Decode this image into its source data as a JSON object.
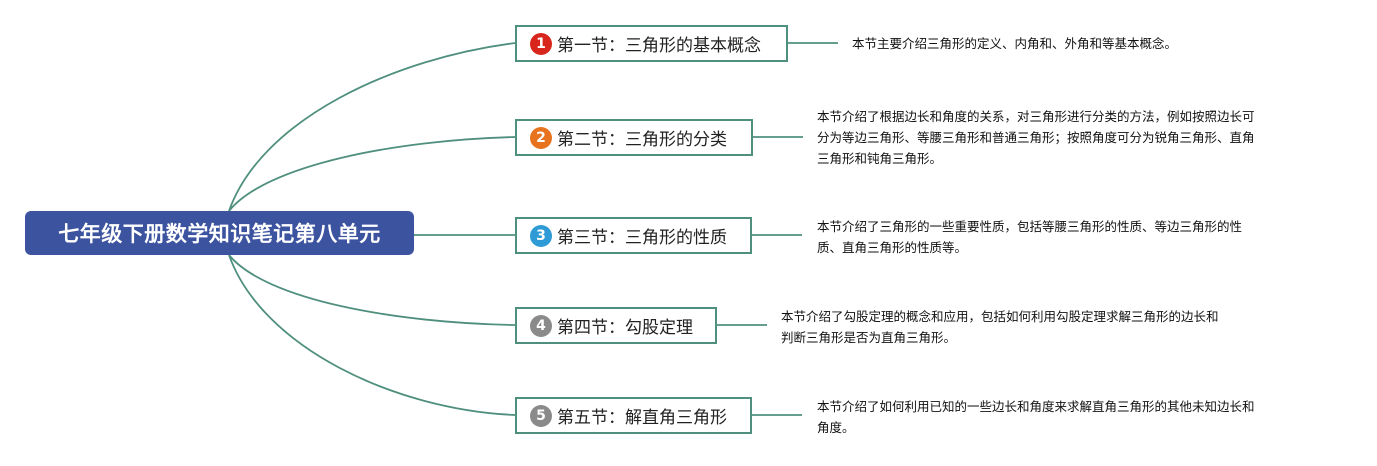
{
  "root": {
    "title": "七年级下册数学知识笔记第八单元"
  },
  "branches": [
    {
      "number": "1",
      "number_color": "#d9261c",
      "title": "第一节：三角形的基本概念",
      "description": [
        "本节主要介绍三角形的定义、内角和、外角和等基本概念。"
      ]
    },
    {
      "number": "2",
      "number_color": "#e8731f",
      "title": "第二节：三角形的分类",
      "description": [
        "本节介绍了根据边长和角度的关系，对三角形进行分类的方法，例如按照边长可",
        "分为等边三角形、等腰三角形和普通三角形；按照角度可分为锐角三角形、直角",
        "三角形和钝角三角形。"
      ]
    },
    {
      "number": "3",
      "number_color": "#2f9bd6",
      "title": "第三节：三角形的性质",
      "description": [
        "本节介绍了三角形的一些重要性质，包括等腰三角形的性质、等边三角形的性",
        "质、直角三角形的性质等。"
      ]
    },
    {
      "number": "4",
      "number_color": "#8a8a8a",
      "title": "第四节：勾股定理",
      "description": [
        "本节介绍了勾股定理的概念和应用，包括如何利用勾股定理求解三角形的边长和",
        "判断三角形是否为直角三角形。"
      ]
    },
    {
      "number": "5",
      "number_color": "#8a8a8a",
      "title": "第五节：解直角三角形",
      "description": [
        "本节介绍了如何利用已知的一些边长和角度来求解直角三角形的其他未知边长和",
        "角度。"
      ]
    }
  ],
  "colors": {
    "root_fill": "#3c53a0",
    "connector": "#4f8f7e"
  }
}
